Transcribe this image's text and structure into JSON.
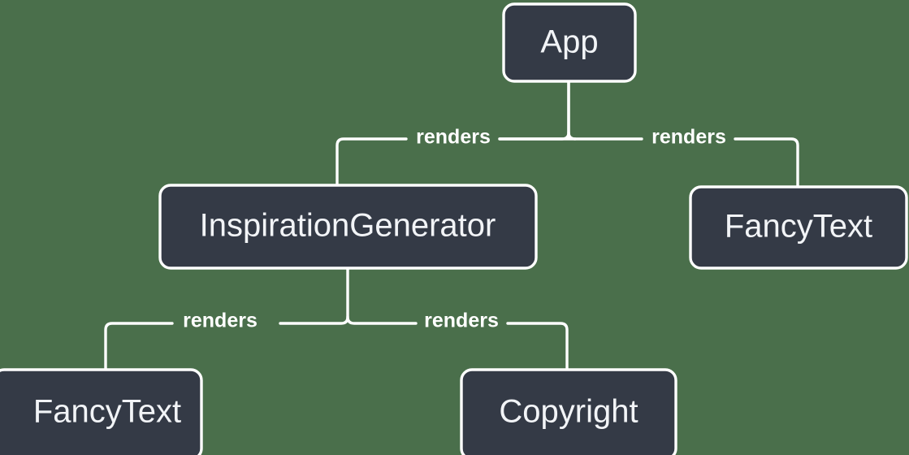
{
  "diagram": {
    "type": "component-tree",
    "background_color": "#4a6f4b",
    "node_fill_color": "#343a46",
    "node_stroke_color": "#ffffff",
    "node_text_color": "#f2f4f7",
    "edge_color": "#ffffff",
    "nodes": [
      {
        "id": "app",
        "label": "App"
      },
      {
        "id": "inspgen",
        "label": "InspirationGenerator"
      },
      {
        "id": "fancyright",
        "label": "FancyText"
      },
      {
        "id": "fancybottom",
        "label": "FancyText"
      },
      {
        "id": "copyright",
        "label": "Copyright"
      }
    ],
    "edges": [
      {
        "from": "app",
        "to": "inspgen",
        "label": "renders"
      },
      {
        "from": "app",
        "to": "fancyright",
        "label": "renders"
      },
      {
        "from": "inspgen",
        "to": "fancybottom",
        "label": "renders"
      },
      {
        "from": "inspgen",
        "to": "copyright",
        "label": "renders"
      }
    ]
  }
}
